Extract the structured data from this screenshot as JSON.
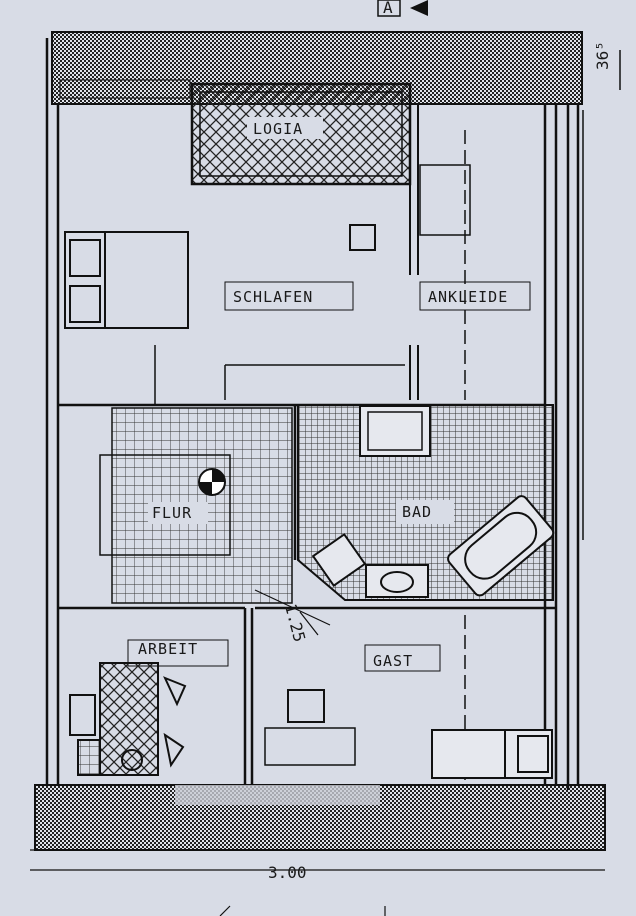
{
  "plan": {
    "section_marker": "A",
    "rooms": {
      "logia": "LOGIA",
      "schlafen": "SCHLAFEN",
      "ankleide": "ANKLEIDE",
      "flur": "FLUR",
      "bad": "BAD",
      "arbeit": "ARBEIT",
      "gast": "GAST"
    },
    "dimensions": {
      "wall_thickness": "36⁵",
      "door_width": "1.25",
      "bottom_width": "3.00"
    }
  }
}
